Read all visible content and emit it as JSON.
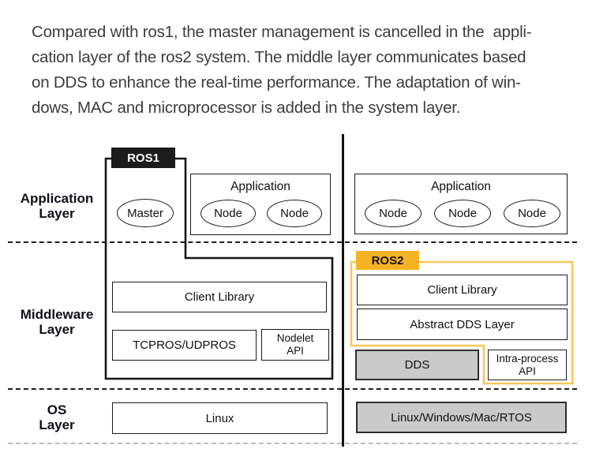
{
  "intro": {
    "lines": [
      "Compared with ros1, the master management is cancelled in the  appli-",
      "cation layer of the ros2 system. The middle layer communicates based",
      "on DDS to enhance the real-time performance. The adaptation of win-",
      "dows, MAC and microprocessor is added in the system layer."
    ]
  },
  "layers": {
    "application": {
      "line1": "Application",
      "line2": "Layer"
    },
    "middleware": {
      "line1": "Middleware",
      "line2": "Layer"
    },
    "os": {
      "line1": "OS",
      "line2": "Layer"
    }
  },
  "ros1": {
    "label": "ROS1",
    "master": "Master",
    "application": {
      "title": "Application",
      "nodes": [
        "Node",
        "Node"
      ]
    },
    "client_library": "Client Library",
    "transport": "TCPROS/UDPROS",
    "nodelet": {
      "line1": "Nodelet",
      "line2": "API"
    },
    "os": "Linux"
  },
  "ros2": {
    "label": "ROS2",
    "application": {
      "title": "Application",
      "nodes": [
        "Node",
        "Node",
        "Node"
      ]
    },
    "client_library": "Client Library",
    "abstract_dds": "Abstract DDS Layer",
    "dds": "DDS",
    "intra_process": {
      "line1": "Intra-process",
      "line2": "API"
    },
    "os": "Linux/Windows/Mac/RTOS"
  },
  "colors": {
    "ros1_label_bg": "#1c1c1c",
    "ros1_label_text": "#ffffff",
    "ros2_label_bg": "#f5b324",
    "ros2_outline": "#f8c85c",
    "gray_box_fill": "#cacaca",
    "diagram_line": "#1b1b1b",
    "paragraph_text": "#3d3d3d"
  }
}
